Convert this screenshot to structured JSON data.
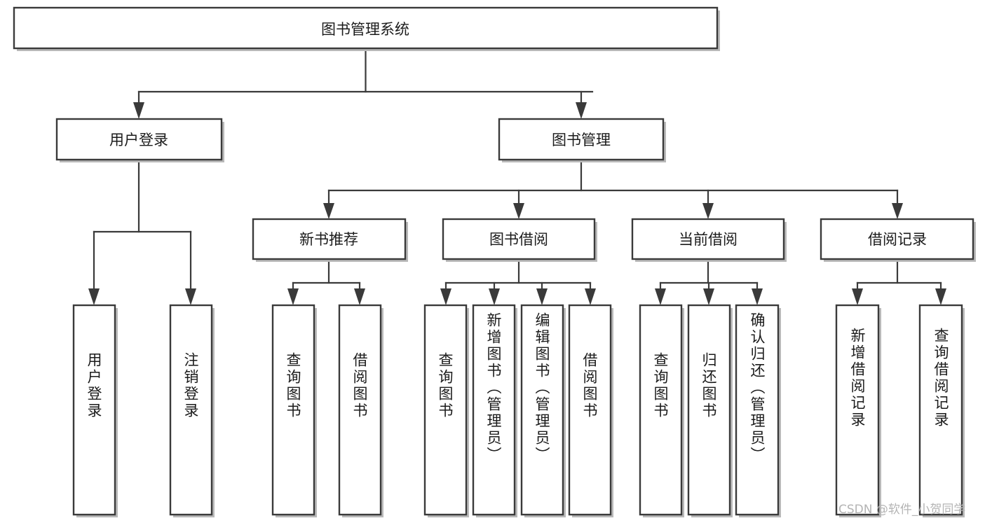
{
  "diagram": {
    "type": "tree-hierarchy-chart",
    "title": "图书管理系统",
    "orientation": "top-down",
    "colors": {
      "box_fill": "#ffffff",
      "box_stroke": "#3a3a3a",
      "text": "#1b1b1b",
      "background": "#ffffff",
      "watermark": "#b4b4b4"
    },
    "nodes": {
      "root": {
        "label": "图书管理系统",
        "level": 0
      },
      "level1": [
        {
          "id": "user-login",
          "label": "用户登录"
        },
        {
          "id": "book-manage",
          "label": "图书管理"
        }
      ],
      "level2": [
        {
          "id": "new-book-recommend",
          "label": "新书推荐",
          "parent": "book-manage"
        },
        {
          "id": "book-borrow",
          "label": "图书借阅",
          "parent": "book-manage"
        },
        {
          "id": "current-borrow",
          "label": "当前借阅",
          "parent": "book-manage"
        },
        {
          "id": "borrow-record",
          "label": "借阅记录",
          "parent": "book-manage"
        }
      ],
      "leaves": [
        {
          "id": "leaf-user-login",
          "label": "用户登录",
          "parent": "user-login"
        },
        {
          "id": "leaf-user-logout",
          "label": "注销登录",
          "parent": "user-login"
        },
        {
          "id": "leaf-query-book-1",
          "label": "查询图书",
          "parent": "new-book-recommend"
        },
        {
          "id": "leaf-borrow-book-1",
          "label": "借阅图书",
          "parent": "new-book-recommend"
        },
        {
          "id": "leaf-query-book-2",
          "label": "查询图书",
          "parent": "book-borrow"
        },
        {
          "id": "leaf-add-book",
          "label": "新增图书（管理员）",
          "parent": "book-borrow"
        },
        {
          "id": "leaf-edit-book",
          "label": "编辑图书（管理员）",
          "parent": "book-borrow"
        },
        {
          "id": "leaf-borrow-book-2",
          "label": "借阅图书",
          "parent": "book-borrow"
        },
        {
          "id": "leaf-query-book-3",
          "label": "查询图书",
          "parent": "current-borrow"
        },
        {
          "id": "leaf-return-book",
          "label": "归还图书",
          "parent": "current-borrow"
        },
        {
          "id": "leaf-confirm-return",
          "label": "确认归还（管理员）",
          "parent": "current-borrow"
        },
        {
          "id": "leaf-add-record",
          "label": "新增借阅记录",
          "parent": "borrow-record"
        },
        {
          "id": "leaf-query-record",
          "label": "查询借阅记录",
          "parent": "borrow-record"
        }
      ]
    },
    "watermark": "CSDN @软件_小贺同学"
  }
}
